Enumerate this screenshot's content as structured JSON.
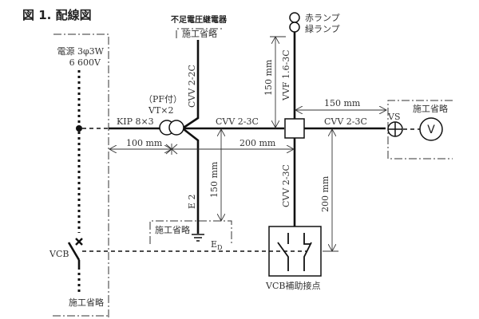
{
  "title": "図 1. 配線図",
  "power_source": {
    "line1": "電源 3φ3W",
    "line2": "6 600V"
  },
  "omitted_label": "施工省略",
  "relay": {
    "name": "不足電圧継電器",
    "omitted": "施工省略",
    "cable": "CVV 2-2C"
  },
  "vt": {
    "line1": "（PF付）",
    "line2": "VT×2",
    "cable_in": "KIP 8×3",
    "cable_out": "CVV 2-3C"
  },
  "lamps": {
    "red": "赤ランプ",
    "green": "緑ランプ",
    "cable": "VVF 1.6-3C"
  },
  "right_branch": {
    "cable": "CVV 2-3C",
    "switch": "VS",
    "meter": "V",
    "omitted": "施工省略"
  },
  "ground": {
    "cable": "E 2",
    "omitted": "施工省略",
    "label": "E",
    "subscript": "D"
  },
  "vcb_aux": {
    "cable": "CVV 2-3C",
    "label": "VCB補助接点"
  },
  "vcb": {
    "label": "VCB",
    "omitted": "施工省略"
  },
  "dimensions": {
    "d1": "100 mm",
    "d2": "200 mm",
    "d3": "150 mm",
    "d4": "150 mm",
    "d5": "150 mm",
    "d6": "200 mm"
  }
}
